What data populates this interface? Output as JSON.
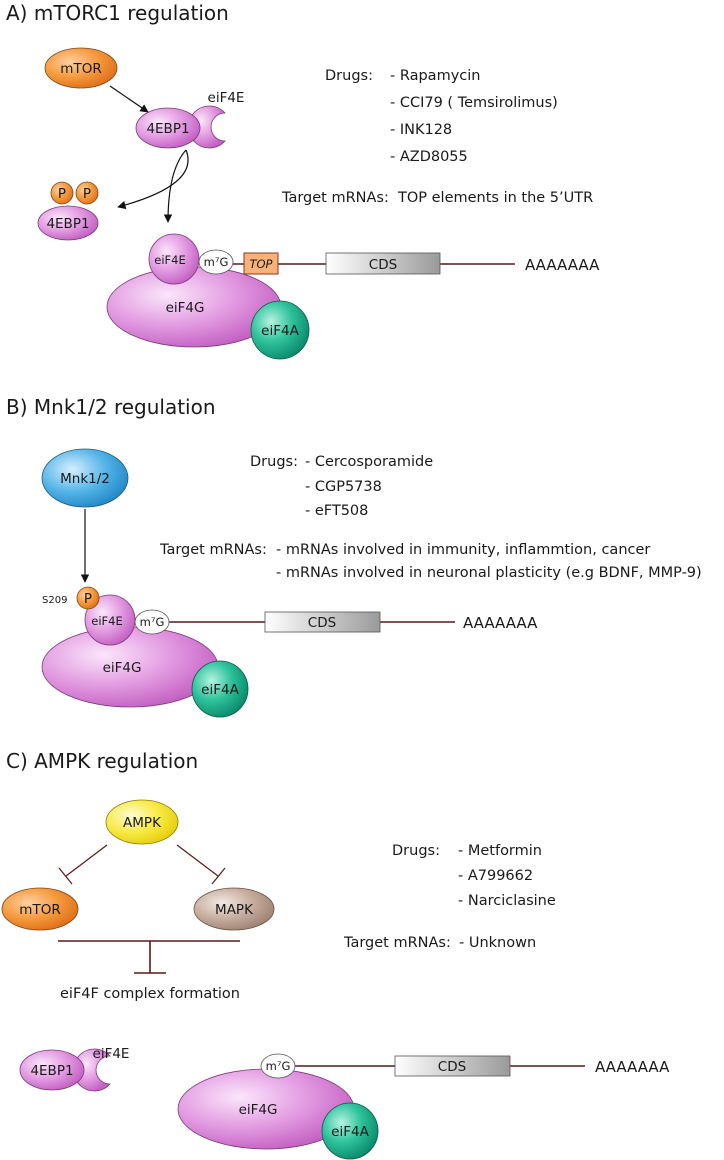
{
  "panel_a": {
    "title": "A)  mTORC1 regulation",
    "mtor": "mTOR",
    "eif4e_top": "eiF4E",
    "fourebp1": "4EBP1",
    "p1": "P",
    "p2": "P",
    "fourebp1_p": "4EBP1",
    "drugs_label": "Drugs:",
    "drugs": [
      "- Rapamycin",
      "- CCI79 ( Temsirolimus)",
      "- INK128",
      "- AZD8055"
    ],
    "target_label": "Target mRNAs:",
    "target": "TOP elements in the 5’UTR",
    "complex": {
      "eif4e": "eiF4E",
      "cap": "m⁷G",
      "top": "TOP",
      "cds": "CDS",
      "polya": "AAAAAAA",
      "eif4g": "eiF4G",
      "eif4a": "eiF4A"
    }
  },
  "panel_b": {
    "title": "B)  Mnk1/2 regulation",
    "mnk": "Mnk1/2",
    "s209": "S209",
    "p": "P",
    "drugs_label": "Drugs:",
    "drugs": [
      "- Cercosporamide",
      "- CGP5738",
      "- eFT508"
    ],
    "target_label": "Target mRNAs:",
    "targets": [
      "- mRNAs involved in immunity, inflammtion, cancer",
      "- mRNAs involved in neuronal plasticity (e.g BDNF, MMP-9)"
    ],
    "complex": {
      "eif4e": "eiF4E",
      "cap": "m⁷G",
      "cds": "CDS",
      "polya": "AAAAAAA",
      "eif4g": "eiF4G",
      "eif4a": "eiF4A"
    }
  },
  "panel_c": {
    "title": "C)  AMPK regulation",
    "ampk": "AMPK",
    "mtor": "mTOR",
    "mapk": "MAPK",
    "eif4f": "eiF4F complex formation",
    "drugs_label": "Drugs:",
    "drugs": [
      "- Metformin",
      "- A799662",
      "- Narciclasine"
    ],
    "target_label": "Target mRNAs:",
    "target": "- Unknown",
    "fourebp1": "4EBP1",
    "eif4e": "eiF4E",
    "complex": {
      "cap": "m⁷G",
      "cds": "CDS",
      "polya": "AAAAAAA",
      "eif4g": "eiF4G",
      "eif4a": "eiF4A"
    }
  },
  "colors": {
    "orange": "#f28c28",
    "purple": "#d77fd6",
    "teal": "#1aa889",
    "blue": "#3aa4dc",
    "yellow": "#f5e320",
    "taupe": "#b69b8b",
    "line": "#5a1a1a"
  }
}
